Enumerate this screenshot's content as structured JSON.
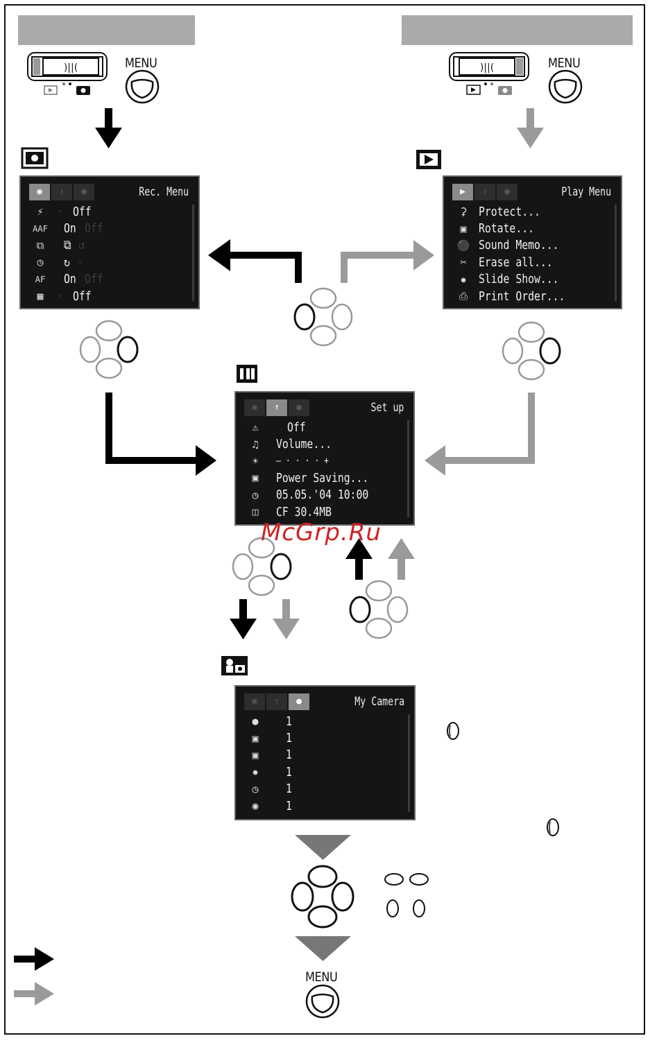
{
  "buttons": {
    "menu_label": "MENU"
  },
  "rec_menu": {
    "title": "Rec. Menu",
    "rows": [
      {
        "icon": "flash-exposure-icon",
        "value": "Off",
        "dim": "·"
      },
      {
        "icon": "af-assist-icon",
        "glyph": "AAF",
        "value": "On",
        "dim": "Off"
      },
      {
        "icon": "review-icon",
        "value": "⧉",
        "dim": "↺"
      },
      {
        "icon": "self-timer-icon",
        "value": "↻",
        "dim": "·"
      },
      {
        "icon": "af-frame-icon",
        "glyph": "AF",
        "value": "On",
        "dim": "Off"
      },
      {
        "icon": "grid-icon",
        "value": "Off",
        "dim": "·"
      }
    ]
  },
  "play_menu": {
    "title": "Play Menu",
    "rows": [
      {
        "icon": "key-icon",
        "value": "Protect..."
      },
      {
        "icon": "rotate-icon",
        "value": "Rotate..."
      },
      {
        "icon": "microphone-icon",
        "value": "Sound Memo..."
      },
      {
        "icon": "trash-icon",
        "value": "Erase all..."
      },
      {
        "icon": "slideshow-icon",
        "value": "Slide Show..."
      },
      {
        "icon": "print-icon",
        "value": "Print Order..."
      }
    ]
  },
  "setup_menu": {
    "title": "Set up",
    "rows": [
      {
        "icon": "mute-icon",
        "value": "Off"
      },
      {
        "icon": "volume-icon",
        "value": "Volume..."
      },
      {
        "icon": "brightness-icon",
        "value": "– · · · · +"
      },
      {
        "icon": "power-saving-icon",
        "value": "Power Saving..."
      },
      {
        "icon": "clock-icon",
        "value": "05.05.'04 10:00"
      },
      {
        "icon": "cf-card-icon",
        "value": "CF 30.4MB"
      }
    ]
  },
  "mycamera_menu": {
    "title": "My Camera",
    "rows": [
      {
        "icon": "theme-icon",
        "value": "1"
      },
      {
        "icon": "start-image-icon",
        "value": "1"
      },
      {
        "icon": "start-sound-icon",
        "value": "1"
      },
      {
        "icon": "operation-sound-icon",
        "value": "1"
      },
      {
        "icon": "selftimer-sound-icon",
        "value": "1"
      },
      {
        "icon": "shutter-sound-icon",
        "value": "1"
      }
    ]
  },
  "watermark": "McGrp.Ru",
  "colors": {
    "black_arrow": "#000000",
    "grey_arrow": "#9a9a9a",
    "bar": "#aaaaaa",
    "lcd_bg": "#151515"
  }
}
